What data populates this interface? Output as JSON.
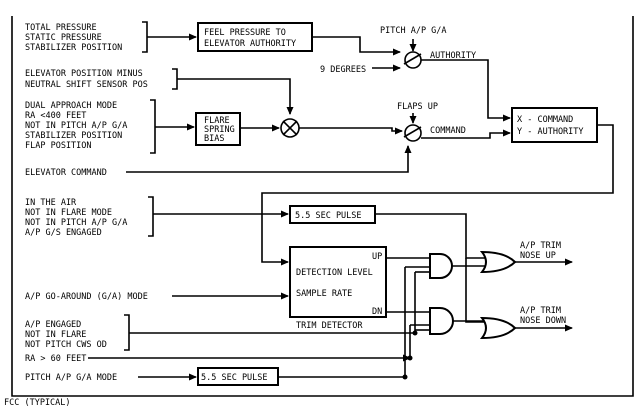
{
  "inputs": {
    "group1": [
      "TOTAL PRESSURE",
      "STATIC PRESSURE",
      "STABILIZER POSITION"
    ],
    "group2": [
      "ELEVATOR POSITION MINUS",
      "NEUTRAL SHIFT SENSOR POS"
    ],
    "group3": [
      "DUAL APPROACH MODE",
      "RA <400 FEET",
      "NOT IN PITCH A/P G/A",
      "STABILIZER POSITION",
      "FLAP POSITION"
    ],
    "elevator_command": "ELEVATOR COMMAND",
    "group4": [
      "IN THE AIR",
      "NOT IN FLARE MODE",
      "NOT IN PITCH A/P G/A",
      "A/P G/S ENGAGED"
    ],
    "go_around": "A/P GO-AROUND (G/A) MODE",
    "group5": [
      "A/P ENGAGED",
      "NOT IN FLARE",
      "NOT PITCH CWS OD"
    ],
    "ra_60": "RA > 60 FEET",
    "pitch_ga_mode": "PITCH A/P G/A MODE"
  },
  "blocks": {
    "feel_pressure": [
      "FEEL PRESSURE TO",
      "ELEVATOR AUTHORITY"
    ],
    "flare_bias": [
      "FLARE",
      "SPRING",
      "BIAS"
    ],
    "xy": [
      "X - COMMAND",
      "Y - AUTHORITY"
    ],
    "pulse_top": "5.5 SEC PULSE",
    "pulse_bottom": "5.5 SEC PULSE",
    "trim_detector": {
      "up": "UP",
      "dn": "DN",
      "line1": "DETECTION LEVEL",
      "line2": "SAMPLE RATE",
      "caption": "TRIM DETECTOR"
    }
  },
  "switches": {
    "pitch_ga": "PITCH A/P G/A",
    "authority": "AUTHORITY",
    "nine_deg": "9 DEGREES",
    "flaps_up": "FLAPS UP",
    "command": "COMMAND"
  },
  "outputs": {
    "nose_up": [
      "A/P TRIM",
      "NOSE UP"
    ],
    "nose_down": [
      "A/P TRIM",
      "NOSE DOWN"
    ]
  },
  "footer": "FCC (TYPICAL)"
}
